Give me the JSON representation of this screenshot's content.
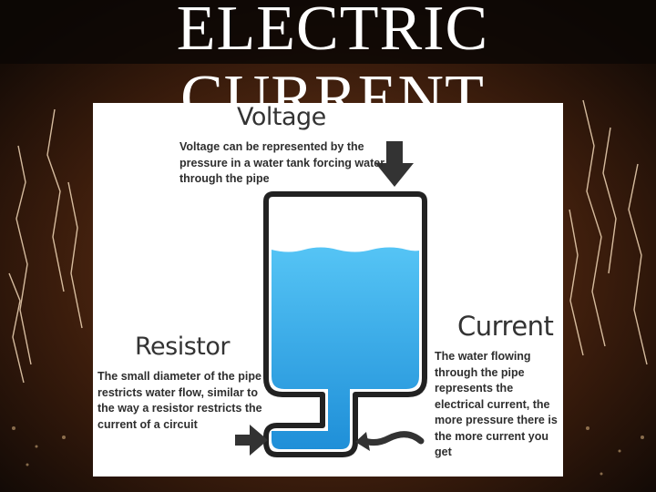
{
  "slide": {
    "title": "ELECTRIC CURRENT"
  },
  "voltage": {
    "heading": "Voltage",
    "description": "Voltage can be represented by the pressure in a water tank forcing water through the pipe"
  },
  "resistor": {
    "heading": "Resistor",
    "description": "The small diameter of the pipe restricts water flow, similar to the way a resistor restricts the current of a circuit"
  },
  "current": {
    "heading": "Current",
    "description": "The water flowing through the pipe represents the electrical current, the more pressure there is the more current you get"
  },
  "colors": {
    "water": "#2ea3e6",
    "water_light": "#55c4f5",
    "outline": "#222222",
    "arrow": "#333333",
    "background": "#1a100a",
    "lightning": "#f2d8b8"
  }
}
